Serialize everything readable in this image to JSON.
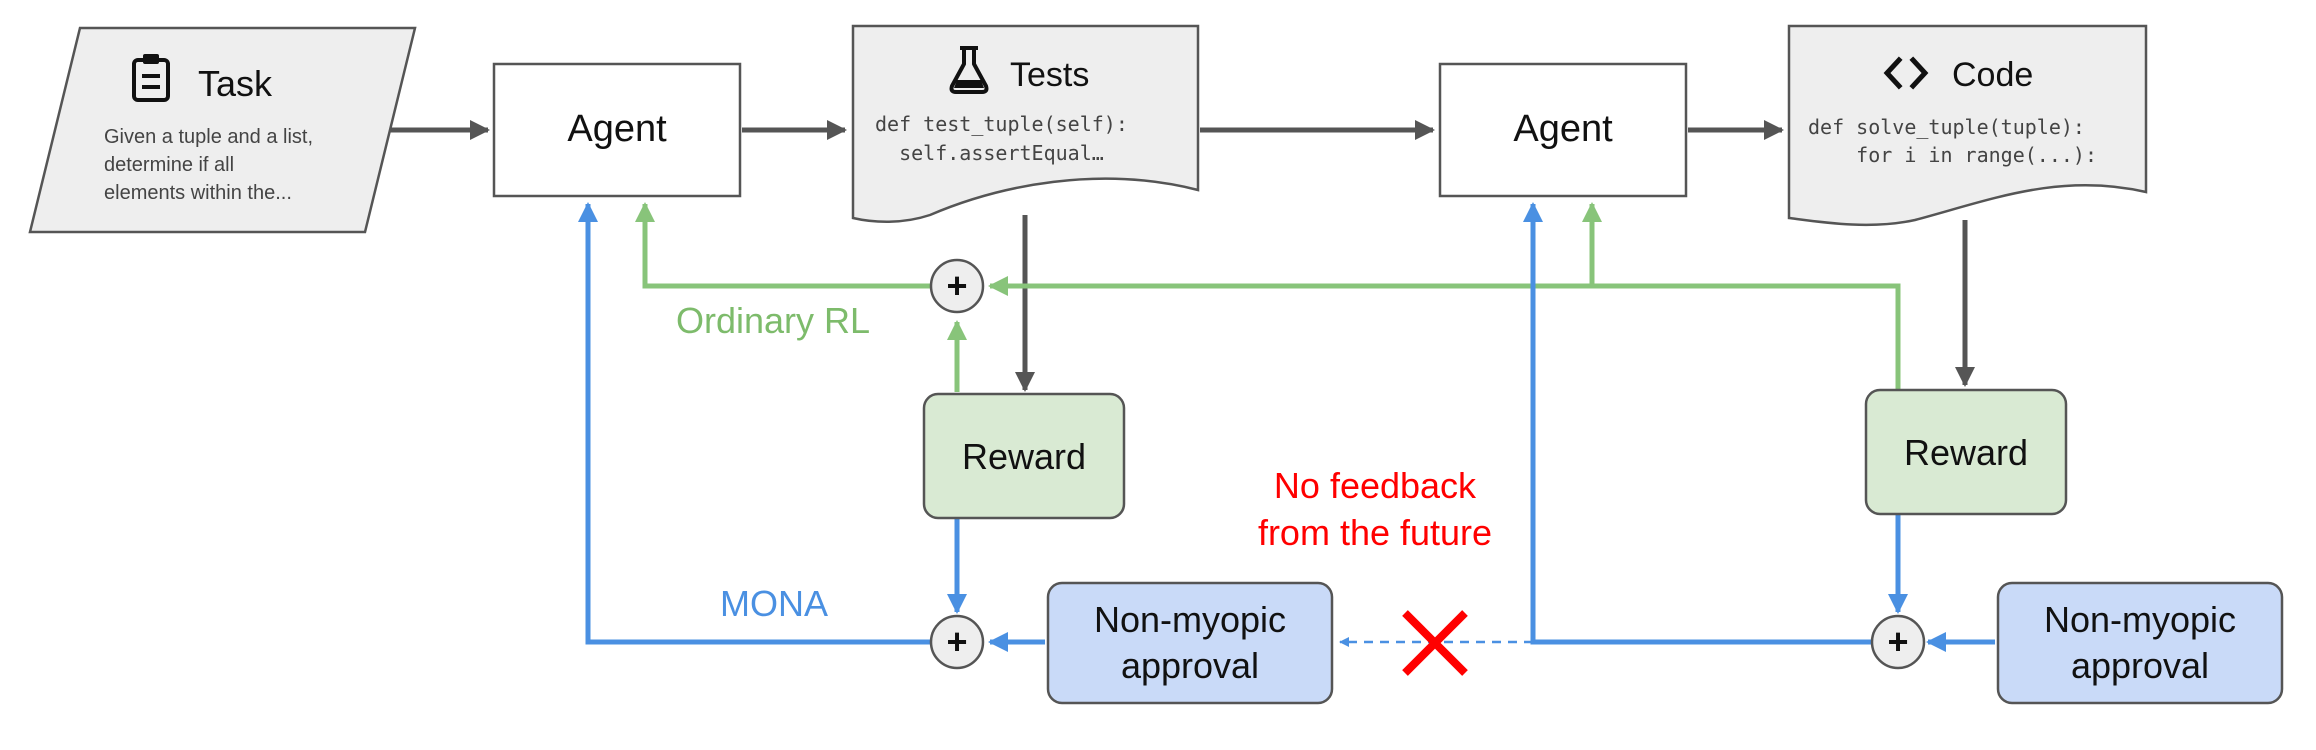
{
  "task": {
    "title": "Task",
    "description": [
      "Given a tuple and a list,",
      "determine if all",
      "elements within the..."
    ]
  },
  "agents": {
    "first": "Agent",
    "second": "Agent"
  },
  "tests": {
    "title": "Tests",
    "code": [
      "def test_tuple(self):",
      "  self.assertEqual…"
    ]
  },
  "code_doc": {
    "title": "Code",
    "code": [
      "def solve_tuple(tuple):",
      "    for i in range(...):"
    ]
  },
  "rewards": {
    "first": "Reward",
    "second": "Reward"
  },
  "approvals": {
    "first": [
      "Non-myopic",
      "approval"
    ],
    "second": [
      "Non-myopic",
      "approval"
    ]
  },
  "labels": {
    "ordinary_rl": "Ordinary RL",
    "mona": "MONA",
    "no_feedback": [
      "No feedback",
      "from the future"
    ],
    "plus": "+"
  },
  "colors": {
    "green": "#7dbb6b",
    "blue": "#4a90e2",
    "red": "#ff0000",
    "dark": "#555555",
    "gray_fill": "#eeeeee",
    "reward_fill": "#d9ead3",
    "approval_fill": "#c9daf8"
  }
}
